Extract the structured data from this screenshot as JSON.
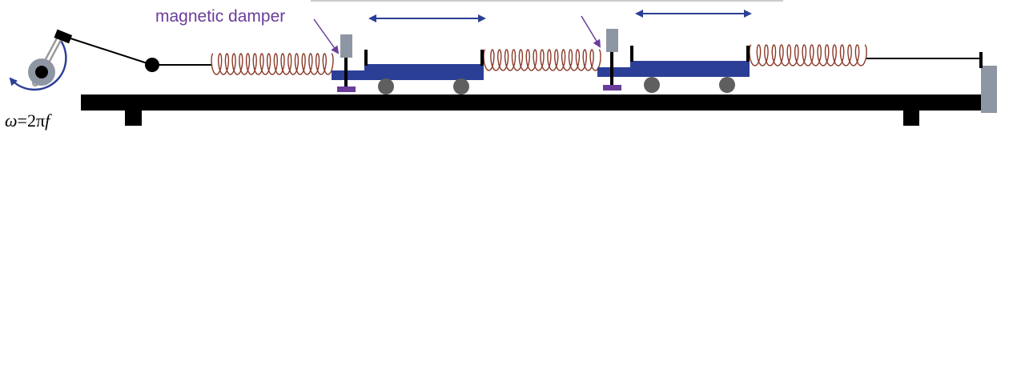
{
  "labels": {
    "damper": "magnetic damper",
    "omega_symbol": "ω",
    "omega_eq": "=2π",
    "omega_f": "f"
  },
  "icons": {
    "motion_arrow": "double-headed-arrow-icon",
    "rotation": "curved-arrow-icon",
    "drive": "crank-wheel-icon"
  },
  "colors": {
    "cart": "#2b3f96",
    "spring": "#8b3a2a",
    "damper_label": "#6a3d9a",
    "damper_base": "#6a3d9a",
    "magnet": "#8e96a3",
    "wheel": "#5f5f5f",
    "track": "#000000",
    "arrow": "#2b3f96"
  }
}
